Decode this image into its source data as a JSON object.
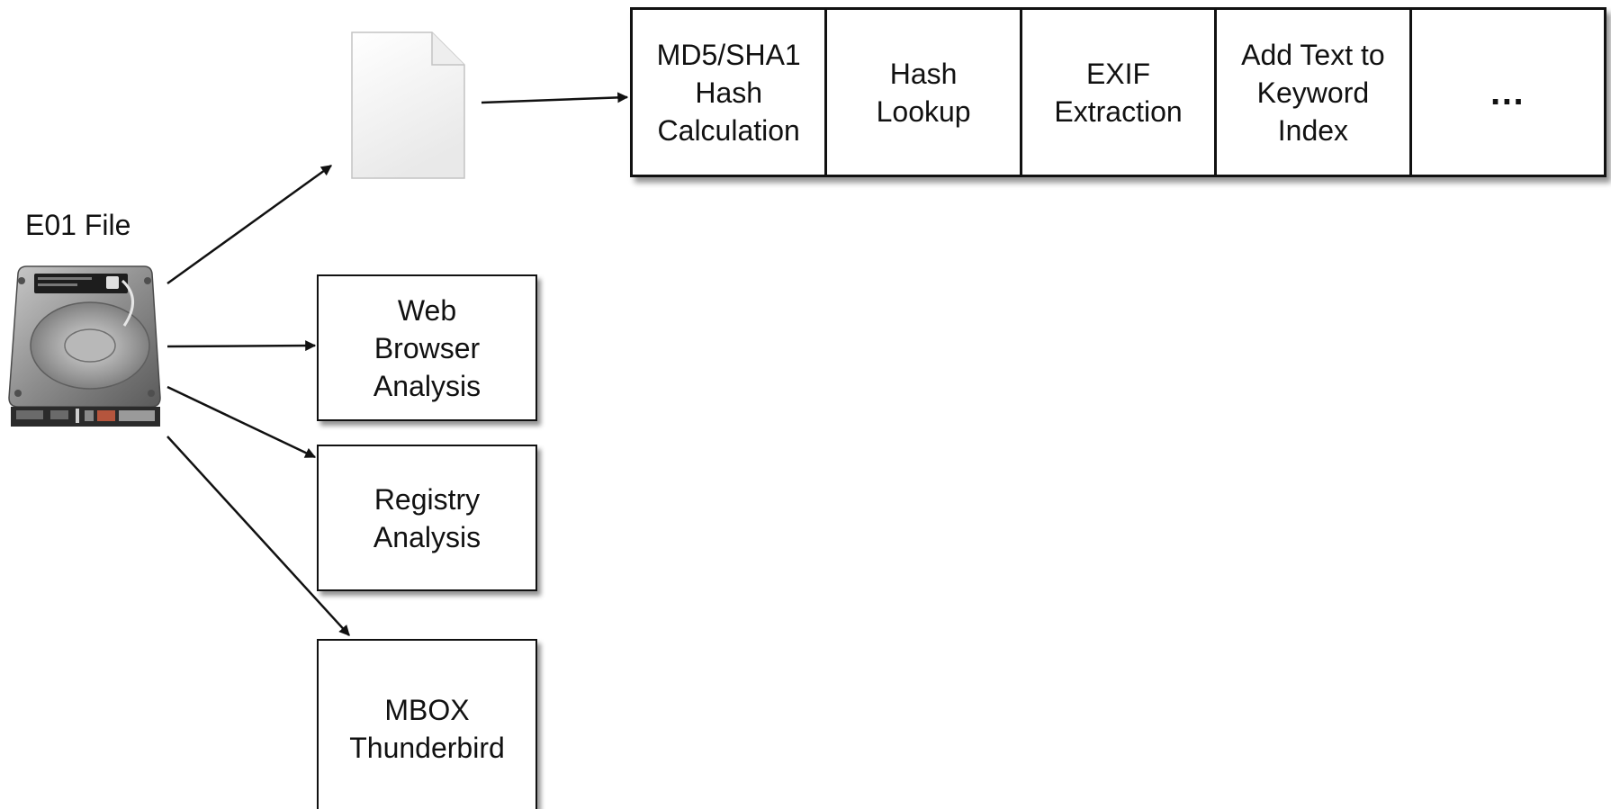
{
  "drive": {
    "label": "E01 File",
    "icon": "hard-drive-icon"
  },
  "file": {
    "icon": "document-icon"
  },
  "pipeline": {
    "stages": [
      "MD5/SHA1\nHash\nCalculation",
      "Hash\nLookup",
      "EXIF\nExtraction",
      "Add Text to\nKeyword\nIndex",
      "…"
    ]
  },
  "modules": {
    "web_browser": "Web\nBrowser\nAnalysis",
    "registry": "Registry\nAnalysis",
    "mbox": "MBOX\nThunderbird"
  }
}
